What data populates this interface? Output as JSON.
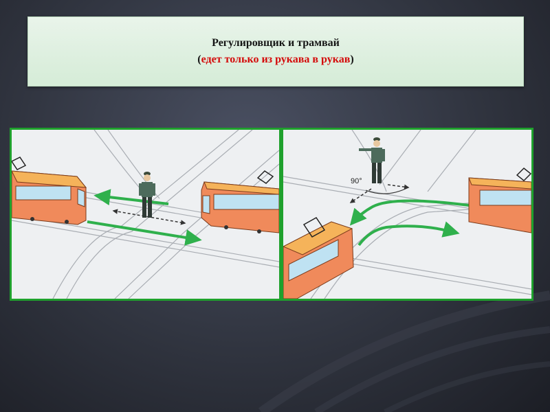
{
  "slide": {
    "title_line1": "Регулировщик и трамвай",
    "title_open_paren": "(",
    "title_red": "едет только из рукава в рукав",
    "title_close_paren": ")"
  },
  "right_panel": {
    "angle_label": "90°"
  },
  "colors": {
    "arrow": "#2fb04c",
    "tram_body": "#f08a5b",
    "tram_roof": "#f5b35a",
    "frame": "#1fa12d",
    "title_bg": "#dff0e0",
    "title_accent": "#d40a0a"
  }
}
